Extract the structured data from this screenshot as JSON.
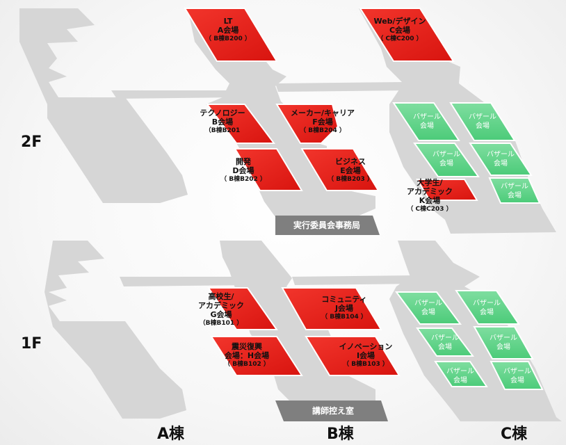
{
  "floors": {
    "upper": "2F",
    "lower": "1F"
  },
  "buildings": [
    "A棟",
    "B棟",
    "C棟"
  ],
  "offices": {
    "upper": "実行委員会事務局",
    "lower": "講師控え室"
  },
  "rooms_2f": [
    {
      "lines": [
        "LT",
        "A会場"
      ],
      "code": "（ B棟B200 ）"
    },
    {
      "lines": [
        "Web/デザイン",
        "C会場"
      ],
      "code": "（ C棟C200 ）"
    },
    {
      "lines": [
        "テクノロジー",
        "B会場"
      ],
      "code": "（B棟B201"
    },
    {
      "lines": [
        "メーカー/キャリア",
        "F会場"
      ],
      "code": "（ B棟B204 ）"
    },
    {
      "lines": [
        "開発",
        "D会場"
      ],
      "code": "（ B棟B202 ）"
    },
    {
      "lines": [
        "ビジネス",
        "E会場"
      ],
      "code": "（ B棟B203 ）"
    },
    {
      "lines": [
        "大学生/",
        "アカデミック",
        "K会場"
      ],
      "code": "（ C棟C203 ）"
    }
  ],
  "rooms_1f": [
    {
      "lines": [
        "高校生/",
        "アカデミック",
        "G会場"
      ],
      "code": "（B棟B101 ）"
    },
    {
      "lines": [
        "コミュニティ",
        "J会場"
      ],
      "code": "（ B棟B104 ）"
    },
    {
      "lines": [
        "震災復興",
        "会場：H会場"
      ],
      "code": "（ B棟B102 ）"
    },
    {
      "lines": [
        "イノベーション",
        "I会場"
      ],
      "code": "（ B棟B103 ）"
    }
  ],
  "bazaar": {
    "line1": "バザール",
    "line2": "会場"
  },
  "colors": {
    "red": "#e8231f",
    "green": "#5fd38a",
    "gray": "#d4d4d4",
    "dark": "#7a7a7a"
  }
}
